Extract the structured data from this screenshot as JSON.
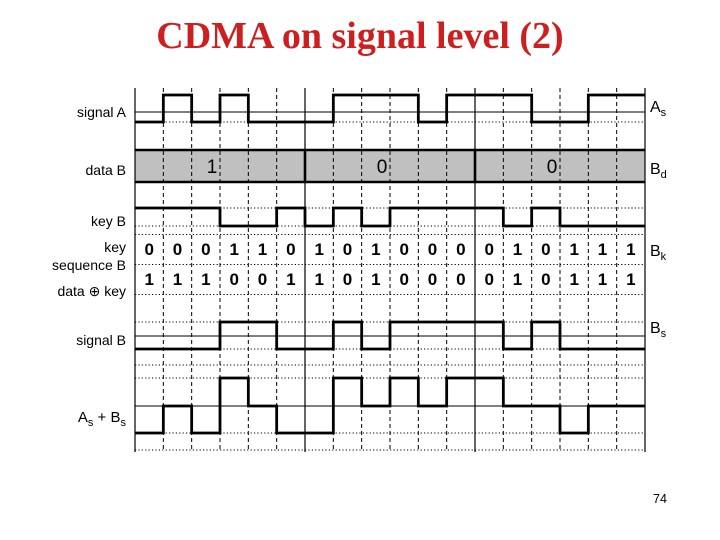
{
  "slide": {
    "title": "CDMA on signal level (2)",
    "title_color": "#cc2020",
    "page_number": "74",
    "bar_fill": "#c0c0c0"
  },
  "labels": {
    "signal_a": "signal A",
    "data_b": "data B",
    "key_b": "key B",
    "key_sequence_line1": "key",
    "key_sequence_line2": "sequence B",
    "data_xor_key": "data ⊕ key",
    "signal_b": "signal B",
    "sum": {
      "a": "A",
      "a_sub": "s",
      "plus": " + ",
      "b": "B",
      "b_sub": "s"
    }
  },
  "right_labels": {
    "as": {
      "main": "A",
      "sub": "s"
    },
    "bd": {
      "main": "B",
      "sub": "d"
    },
    "bk": {
      "main": "B",
      "sub": "k"
    },
    "bs": {
      "main": "B",
      "sub": "s"
    }
  },
  "chart_data": {
    "type": "line",
    "subtype": "digital-timing-diagram",
    "title": "CDMA on signal level (2)",
    "chips": 18,
    "chips_per_data_bit": 6,
    "rows_order": [
      "signal A (As)",
      "data B (Bd)",
      "key B",
      "key sequence B (Bk)",
      "data ⊕ key",
      "signal B (Bs)",
      "As + Bs"
    ],
    "data_b_bits": [
      "1",
      "0",
      "0"
    ],
    "key_sequence_b": [
      "0",
      "0",
      "0",
      "1",
      "1",
      "0",
      "1",
      "0",
      "1",
      "0",
      "0",
      "0",
      "0",
      "1",
      "0",
      "1",
      "1",
      "1"
    ],
    "data_xor_key": [
      "1",
      "1",
      "1",
      "0",
      "0",
      "1",
      "1",
      "0",
      "1",
      "0",
      "0",
      "0",
      "0",
      "1",
      "0",
      "1",
      "1",
      "1"
    ],
    "signal_a_levels": [
      -1,
      1,
      -1,
      1,
      -1,
      -1,
      -1,
      1,
      1,
      1,
      -1,
      1,
      1,
      1,
      -1,
      -1,
      1,
      1
    ],
    "key_b_levels": [
      1,
      1,
      1,
      -1,
      -1,
      1,
      -1,
      1,
      -1,
      1,
      1,
      1,
      1,
      -1,
      1,
      -1,
      -1,
      -1
    ],
    "signal_b_levels": [
      -1,
      -1,
      -1,
      1,
      1,
      -1,
      -1,
      1,
      -1,
      1,
      1,
      1,
      1,
      -1,
      1,
      -1,
      -1,
      -1
    ],
    "sum_levels": [
      -2,
      0,
      -2,
      2,
      0,
      -2,
      -2,
      2,
      0,
      2,
      0,
      2,
      2,
      0,
      0,
      -2,
      0,
      0
    ]
  }
}
